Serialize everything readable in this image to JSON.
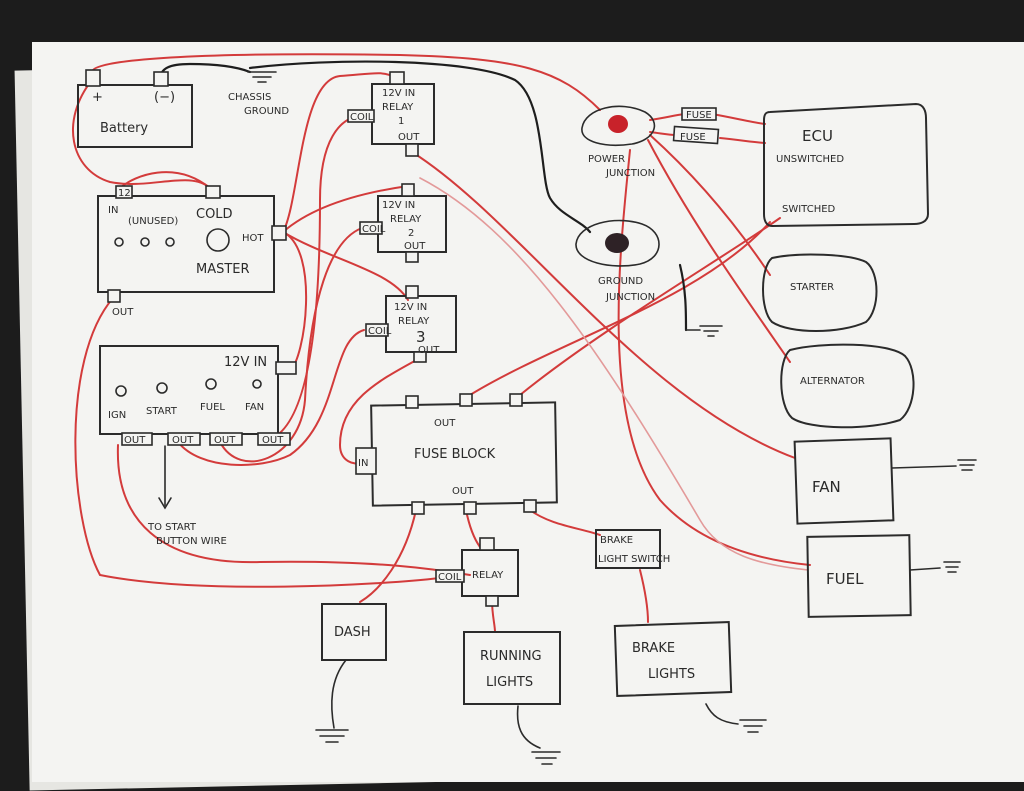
{
  "diagram": {
    "battery": {
      "label": "Battery",
      "pos": "+",
      "neg": "(−)"
    },
    "chassis_ground": {
      "line1": "CHASSIS",
      "line2": "GROUND"
    },
    "master": {
      "in": "IN",
      "twelve": "12",
      "unused": "(UNUSED)",
      "cold": "COLD",
      "hot": "HOT",
      "name": "MASTER",
      "out": "OUT"
    },
    "switch_panel": {
      "input": "12V IN",
      "labels": [
        "IGN",
        "START",
        "FUEL",
        "FAN"
      ],
      "outs": [
        "OUT",
        "OUT",
        "OUT",
        "OUT"
      ]
    },
    "start_note": {
      "line1": "TO START",
      "line2": "BUTTON WIRE"
    },
    "relay1": {
      "top": "12V IN",
      "name": "RELAY",
      "num": "1",
      "out": "OUT",
      "coil": "COIL"
    },
    "relay2": {
      "top": "12V IN",
      "name": "RELAY",
      "num": "2",
      "out": "OUT",
      "coil": "COIL"
    },
    "relay3": {
      "top": "12V IN",
      "name": "RELAY",
      "num": "3",
      "out": "OUT",
      "coil": "COIL"
    },
    "power_junction": {
      "line1": "POWER",
      "line2": "JUNCTION",
      "fuse1": "FUSE",
      "fuse2": "FUSE"
    },
    "ground_junction": {
      "line1": "GROUND",
      "line2": "JUNCTION"
    },
    "ecu": {
      "name": "ECU",
      "unswitched": "UNSWITCHED",
      "switched": "SWITCHED"
    },
    "starter": "STARTER",
    "alternator": "ALTERNATOR",
    "fan": "FAN",
    "fuel": "FUEL",
    "fuse_block": {
      "top_out": "OUT",
      "name": "FUSE BLOCK",
      "bottom_out": "OUT",
      "in": "IN"
    },
    "relay_bottom": {
      "name": "RELAY",
      "coil": "COIL"
    },
    "brake_switch": {
      "line1": "BRAKE",
      "line2": "LIGHT SWITCH"
    },
    "dash": "DASH",
    "running_lights": {
      "line1": "RUNNING",
      "line2": "LIGHTS"
    },
    "brake_lights": {
      "line1": "BRAKE",
      "line2": "LIGHTS"
    }
  },
  "colors": {
    "paper": "#f4f4f2",
    "ink": "#2b2b2b",
    "red_wire": "#d33b3b",
    "black_wire": "#1e1e1e",
    "red_dot": "#c8222a",
    "dark_dot": "#2e2226"
  }
}
